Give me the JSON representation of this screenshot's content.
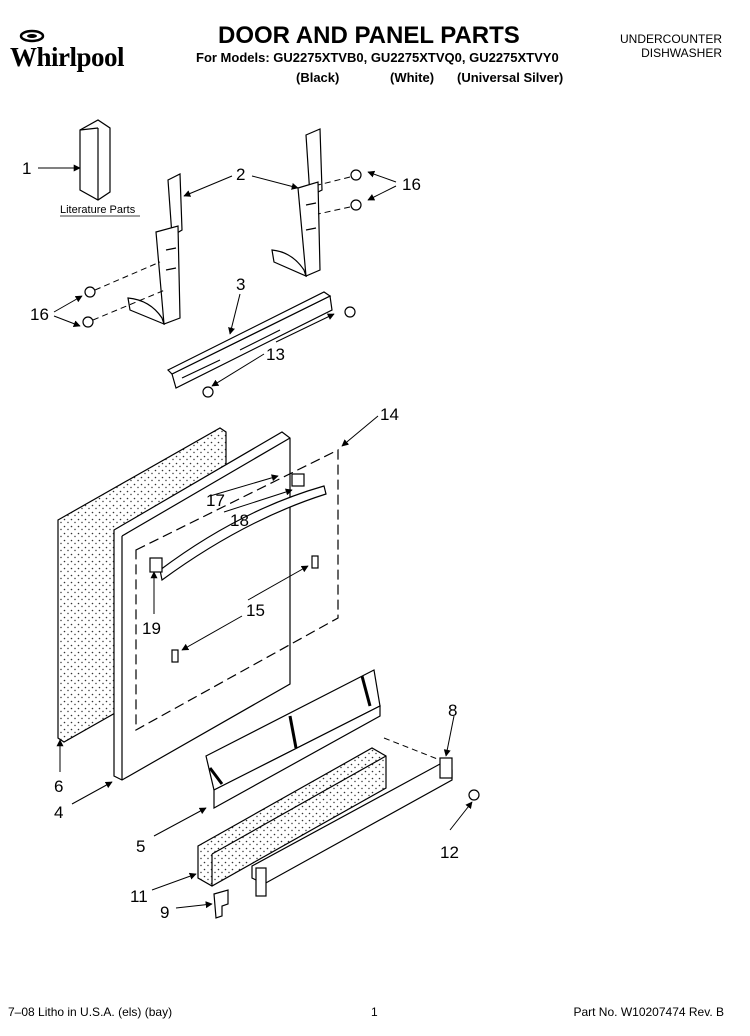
{
  "header": {
    "brand": "Whirlpool",
    "title": "DOOR AND PANEL PARTS",
    "models_line": "For Models: GU2275XTVB0, GU2275XTVQ0, GU2275XTVY0",
    "finishes": [
      "(Black)",
      "(White)",
      "(Universal Silver)"
    ],
    "product_lines": [
      "UNDERCOUNTER",
      "DISHWASHER"
    ]
  },
  "diagram": {
    "literature_label": "Literature Parts",
    "callouts": [
      "1",
      "2",
      "16",
      "16",
      "3",
      "13",
      "14",
      "17",
      "18",
      "19",
      "15",
      "6",
      "4",
      "8",
      "5",
      "12",
      "11",
      "9"
    ],
    "colors": {
      "line": "#000000",
      "fill": "#ffffff",
      "dots": "#333333"
    }
  },
  "footer": {
    "left": "7–08 Litho in U.S.A. (els) (bay)",
    "page": "1",
    "part_no": "Part No. W10207474 Rev. B"
  }
}
